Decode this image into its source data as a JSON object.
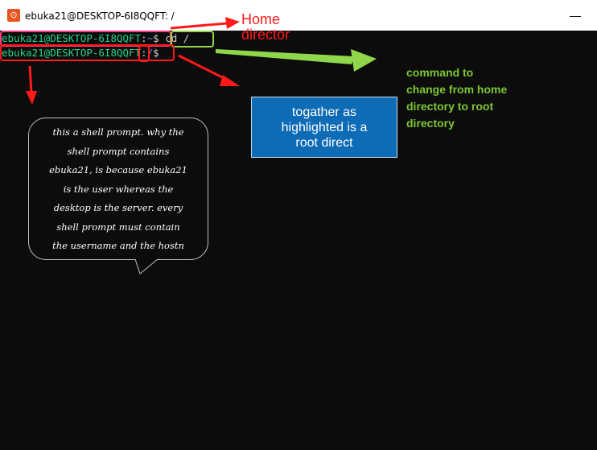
{
  "window": {
    "title": "ebuka21@DESKTOP-6I8QQFT: /",
    "app_icon_glyph": "⊙",
    "minimize_glyph": "—"
  },
  "terminal": {
    "line1": {
      "user_host": "ebuka21@DESKTOP-6I8QQFT",
      "colon": ":",
      "path": "~",
      "dollar": "$",
      "command": " cd /"
    },
    "line2": {
      "user_host": "ebuka21@DESKTOP-6I8QQFT",
      "colon": ":",
      "path": "/",
      "dollar": "$"
    }
  },
  "annotations": {
    "home_note_line1": "Home",
    "home_note_line2": "director",
    "command_note": [
      "command to",
      "change from home",
      "directory to root",
      "directory"
    ],
    "root_note": [
      "togather as",
      "highlighted is a",
      "root direct"
    ],
    "prompt_explanation": [
      "this a shell prompt. why the",
      "shell prompt contains",
      "ebuka21, is because ebuka21",
      "is the user whereas the",
      "desktop is the server. every",
      "shell prompt must contain",
      "the username and the hostn"
    ]
  },
  "colors": {
    "prompt_green": "#23d18b",
    "path_blue": "#3b8eea",
    "annotation_red": "#ff1a1a",
    "annotation_green": "#7dc735",
    "highlight_pink": "#ff3b7a",
    "highlight_lime": "#8fd64a",
    "note_blue": "#0e6bb5"
  }
}
